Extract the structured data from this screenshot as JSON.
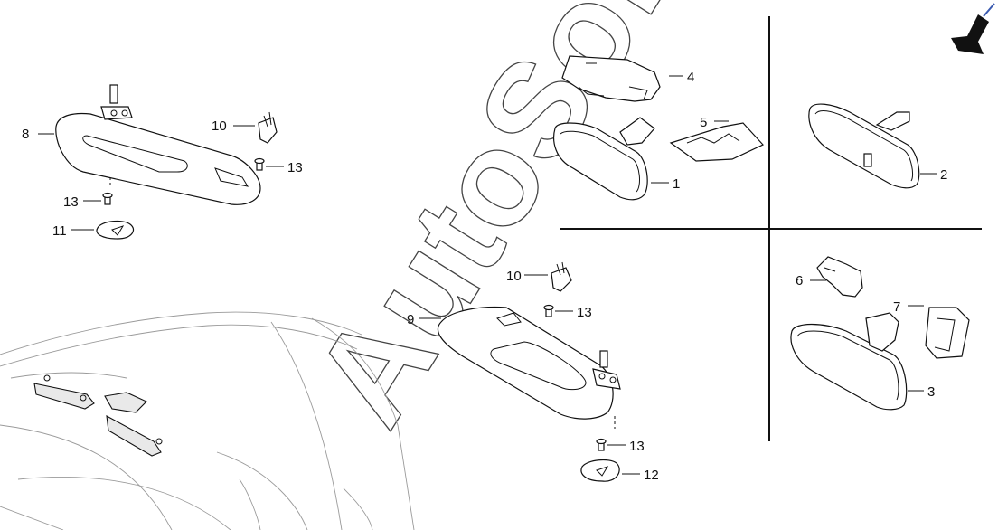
{
  "watermark": "AutoSoft",
  "front_arrow_icon": "front-direction-arrow-icon",
  "callouts": {
    "sunvisor_left": "8",
    "sunvisor_right": "9",
    "clip_upper": "10",
    "clip_lower": "10",
    "screw_clip_upper": "13",
    "screw_visor_left": "13",
    "screw_clip_lower": "13",
    "screw_visor_right": "13",
    "cover_left": "11",
    "cover_right": "12",
    "mirror_manual": "1",
    "mirror_2": "2",
    "mirror_auto_dimming": "3",
    "cover_upper": "4",
    "cover_lower": "5",
    "bracket": "6",
    "mirror_cover": "7"
  }
}
